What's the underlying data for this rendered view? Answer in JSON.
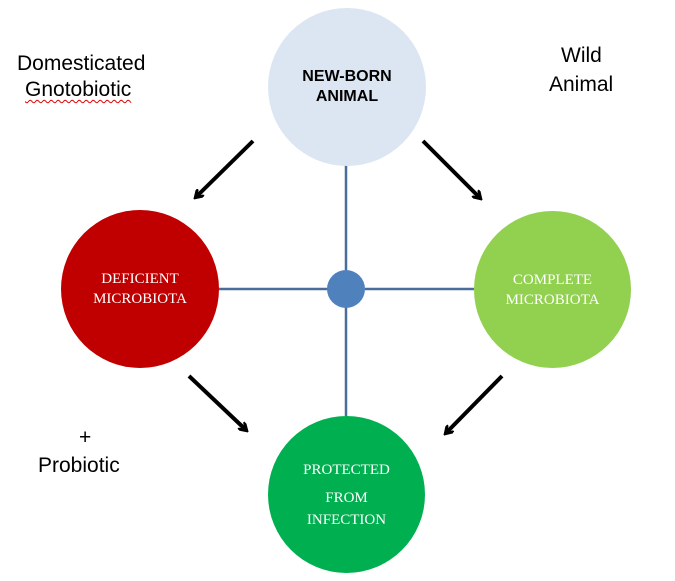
{
  "labels": {
    "domesticated": "Domesticated",
    "gnotobiotic": "Gnotobiotic",
    "wild_line1": "Wild",
    "wild_line2": "Animal",
    "plus": "+",
    "probiotic": "Probiotic"
  },
  "nodes": {
    "newborn": {
      "line1": "NEW-BORN",
      "line2": "ANIMAL",
      "color": "#dce6f2"
    },
    "deficient": {
      "line1": "DEFICIENT",
      "line2": "MICROBIOTA",
      "color": "#c00000"
    },
    "complete": {
      "line1": "COMPLETE",
      "line2": "MICROBIOTA",
      "color": "#92d050"
    },
    "protected": {
      "line1": "PROTECTED",
      "line2": "FROM",
      "line3": "INFECTION",
      "color": "#00b050"
    },
    "hub": {
      "color": "#4f81bd"
    }
  }
}
